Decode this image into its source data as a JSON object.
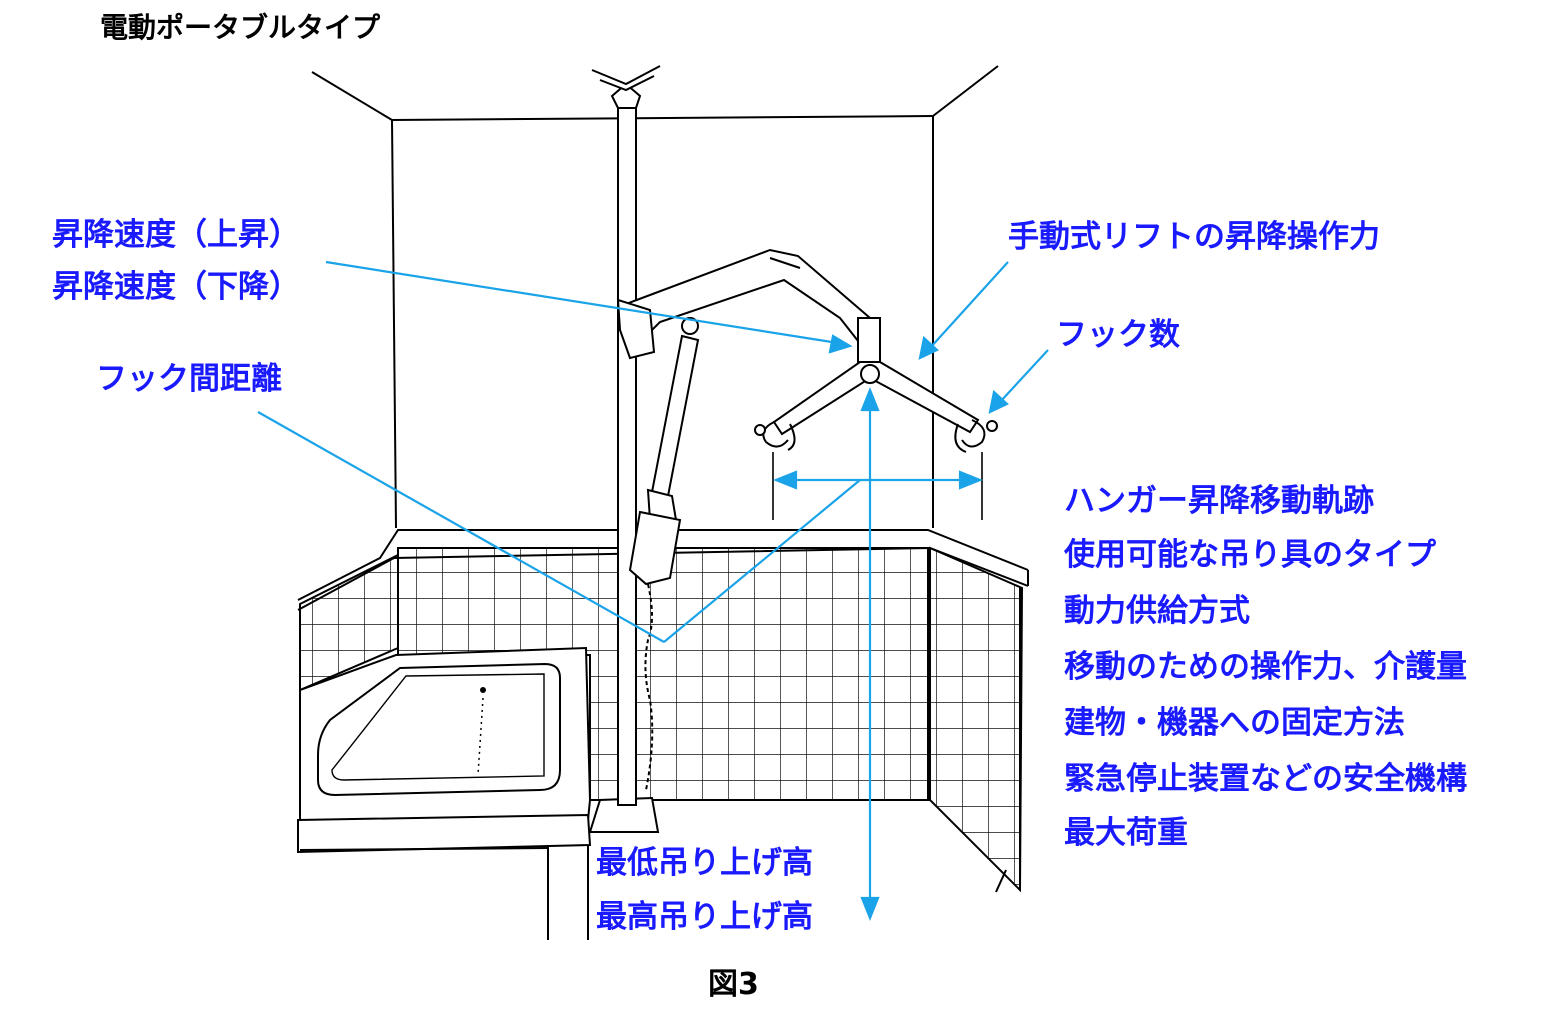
{
  "header": {
    "title": "電動ポータブルタイプ"
  },
  "labels": {
    "speed_up": "昇降速度（上昇）",
    "speed_down": "昇降速度（下降）",
    "hook_distance": "フック間距離",
    "manual_force": "手動式リフトの昇降操作力",
    "hook_count": "フック数",
    "min_height": "最低吊り上げ高",
    "max_height": "最高吊り上げ高"
  },
  "spec_list": [
    "ハンガー昇降移動軌跡",
    "使用可能な吊り具のタイプ",
    "動力供給方式",
    "移動のための操作力、介護量",
    "建物・機器への固定方法",
    "緊急停止装置などの安全機構",
    "最大荷重"
  ],
  "caption": "図3",
  "colors": {
    "label": "#1a1aff",
    "leader": "#1aa3e8",
    "line_art": "#000000"
  }
}
